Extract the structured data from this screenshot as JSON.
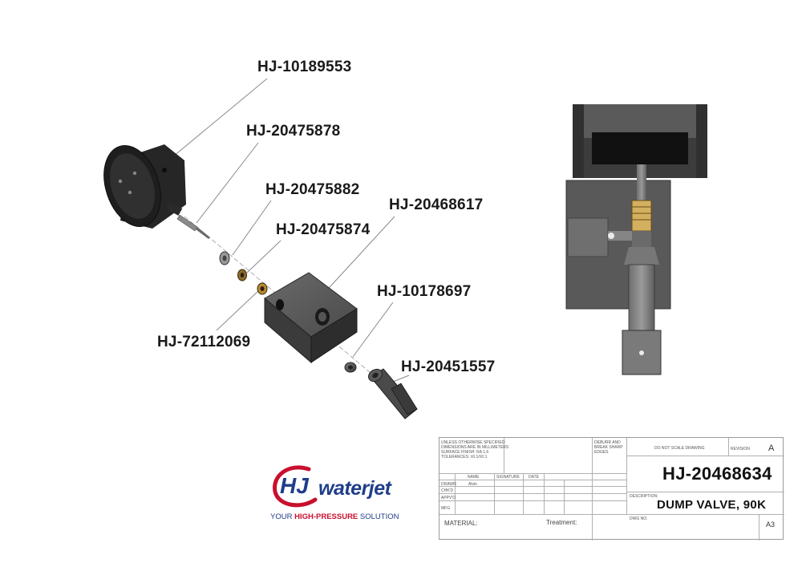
{
  "callouts": [
    {
      "id": "c1",
      "label": "HJ-10189553"
    },
    {
      "id": "c2",
      "label": "HJ-20475878"
    },
    {
      "id": "c3",
      "label": "HJ-20475882"
    },
    {
      "id": "c4",
      "label": "HJ-20475874"
    },
    {
      "id": "c5",
      "label": "HJ-20468617"
    },
    {
      "id": "c6",
      "label": "HJ-10178697"
    },
    {
      "id": "c7",
      "label": "HJ-72112069"
    },
    {
      "id": "c8",
      "label": "HJ-20451557"
    }
  ],
  "logo": {
    "monogram": "HJ",
    "word": "waterjet",
    "tagline_prefix": "YOUR ",
    "tagline_highlight": "HIGH-PRESSURE",
    "tagline_suffix": " SOLUTION"
  },
  "title_block": {
    "notes": [
      "UNLESS OTHERWISE SPECIFIED:",
      "DIMENSIONS ARE IN MILLIMETERS",
      "SURFACE FINISH: RA 1.6",
      "TOLERANCES: ±0.1/±0.1"
    ],
    "deburr": [
      "DEBURR AND",
      "BREAK SHARP",
      "EDGES"
    ],
    "do_not_scale": "DO NOT SCALE DRAWING",
    "revision_label": "REVISION",
    "revision": "A",
    "col_name": "NAME",
    "col_signature": "SIGNATURE",
    "col_date": "DATE",
    "row_drawn": "DRAWN",
    "drawn_name": "Alvin",
    "row_chkd": "CHK'D",
    "row_appvd": "APPV'D",
    "row_mfg": "MFG",
    "material_label": "MATERIAL:",
    "treatment_label": "Treatment:",
    "description_label": "DESCRIPTION:",
    "part_number": "HJ-20468634",
    "description": "DUMP VALVE, 90K",
    "dwg_no_label": "DWG NO.",
    "sheet_size": "A3"
  },
  "colors": {
    "logo_blue": "#1f3d8a",
    "logo_red": "#c8102e",
    "part_dark": "#2b2b2b",
    "section_gray": "#575757",
    "brass": "#b8892f"
  }
}
